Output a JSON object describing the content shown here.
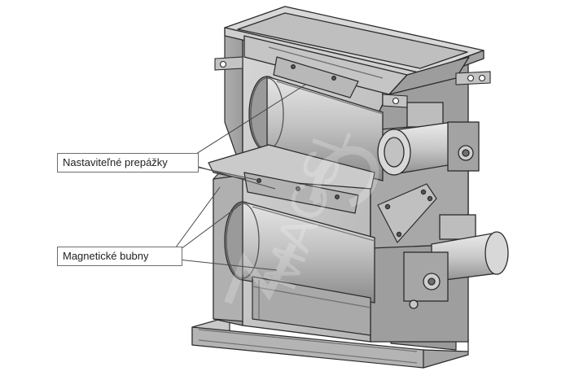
{
  "labels": {
    "baffles": "Nastaviteľné prepážky",
    "drums": "Magnetické bubny"
  },
  "colors": {
    "steel_light": "#d2d2d2",
    "steel_mid": "#a9a9a9",
    "steel_dark": "#6f6f6f",
    "edge": "#2b2b2b",
    "drum": "#bdbdbd",
    "background": "#ffffff"
  },
  "icons": {
    "watermark": "magnet-logo-watermark",
    "bolt": "bolt-icon",
    "motor": "electric-motor"
  }
}
